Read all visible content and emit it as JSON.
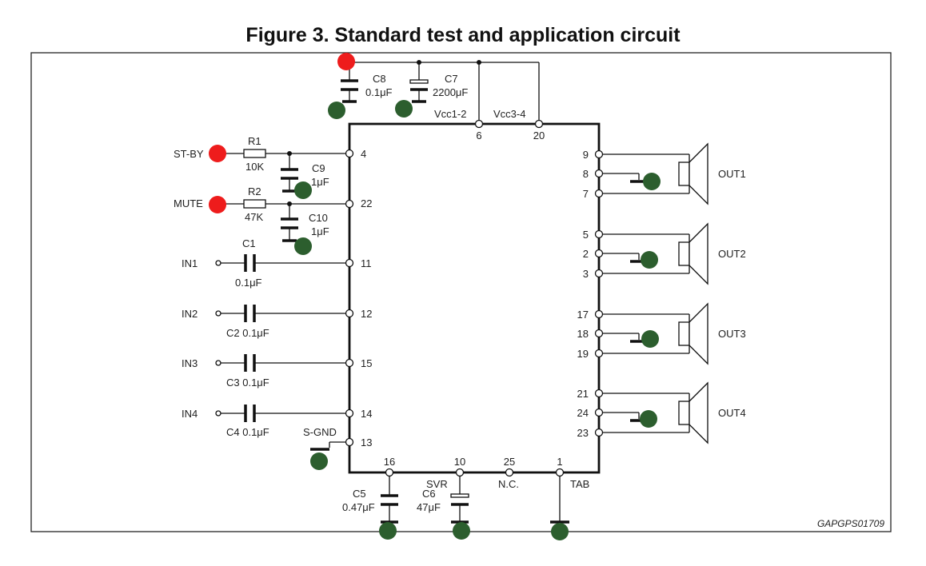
{
  "title": "Figure 3. Standard test and application circuit",
  "reference": "GAPGPS01709",
  "colors": {
    "ground_marker": "#2c5e2e",
    "supply_marker": "#ee1c1c",
    "line": "#111111"
  },
  "top": {
    "c8": {
      "name": "C8",
      "value": "0.1μF"
    },
    "c7": {
      "name": "C7",
      "value": "2200μF"
    },
    "vcc12": "Vcc1-2",
    "vcc34": "Vcc3-4",
    "pin6": "6",
    "pin20": "20"
  },
  "left": {
    "stby": "ST-BY",
    "mute": "MUTE",
    "r1": {
      "name": "R1",
      "value": "10K"
    },
    "r2": {
      "name": "R2",
      "value": "47K"
    },
    "c9": {
      "name": "C9",
      "value": "1μF"
    },
    "c10": {
      "name": "C10",
      "value": "1μF"
    },
    "pin4": "4",
    "pin22": "22",
    "inputs": [
      {
        "label": "IN1",
        "cap": "C1",
        "cap_value": "0.1μF",
        "pin": "11"
      },
      {
        "label": "IN2",
        "cap": "C2 0.1μF",
        "pin": "12"
      },
      {
        "label": "IN3",
        "cap": "C3 0.1μF",
        "pin": "15"
      },
      {
        "label": "IN4",
        "cap": "C4 0.1μF",
        "pin": "14"
      }
    ],
    "sgnd": "S-GND",
    "pin13": "13"
  },
  "bottom": {
    "pin16": "16",
    "pin10": "10",
    "pin25": "25",
    "pin1": "1",
    "svr": "SVR",
    "nc": "N.C.",
    "tab": "TAB",
    "c5": {
      "name": "C5",
      "value": "0.47μF"
    },
    "c6": {
      "name": "C6",
      "value": "47μF"
    }
  },
  "outputs": [
    {
      "label": "OUT1",
      "pins": [
        "9",
        "8",
        "7"
      ]
    },
    {
      "label": "OUT2",
      "pins": [
        "5",
        "2",
        "3"
      ]
    },
    {
      "label": "OUT3",
      "pins": [
        "17",
        "18",
        "19"
      ]
    },
    {
      "label": "OUT4",
      "pins": [
        "21",
        "24",
        "23"
      ]
    }
  ]
}
